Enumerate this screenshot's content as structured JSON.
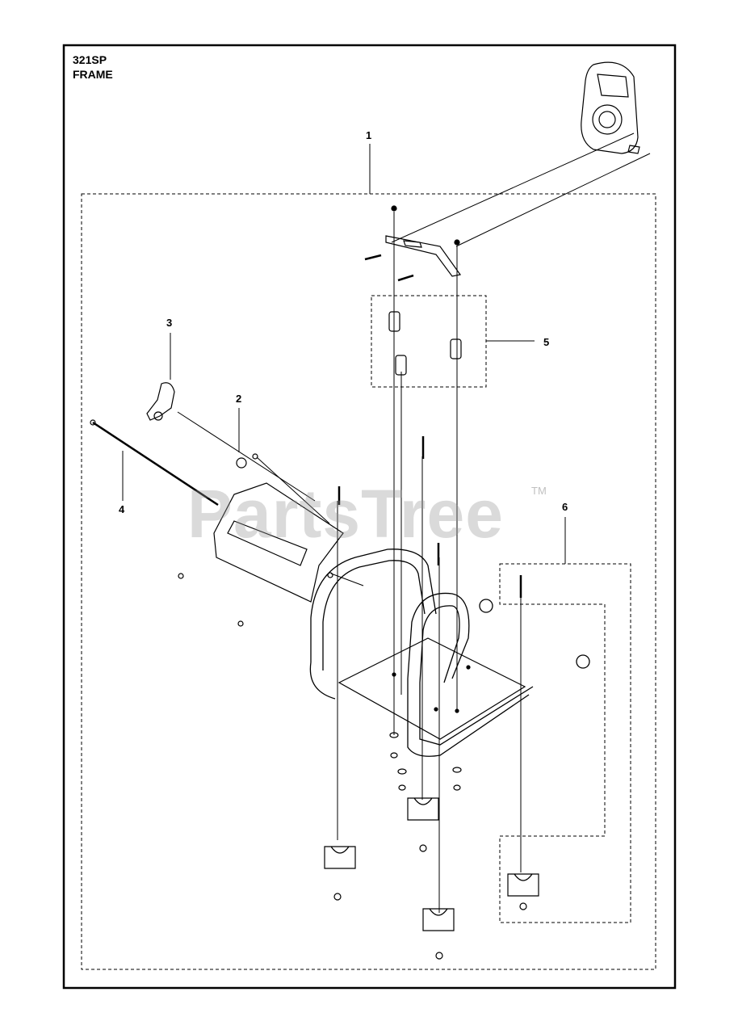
{
  "header": {
    "model": "321SP",
    "section": "FRAME"
  },
  "callouts": [
    "1",
    "2",
    "3",
    "4",
    "5",
    "6"
  ],
  "watermark": {
    "text": "PartsTree",
    "tm": "TM"
  }
}
